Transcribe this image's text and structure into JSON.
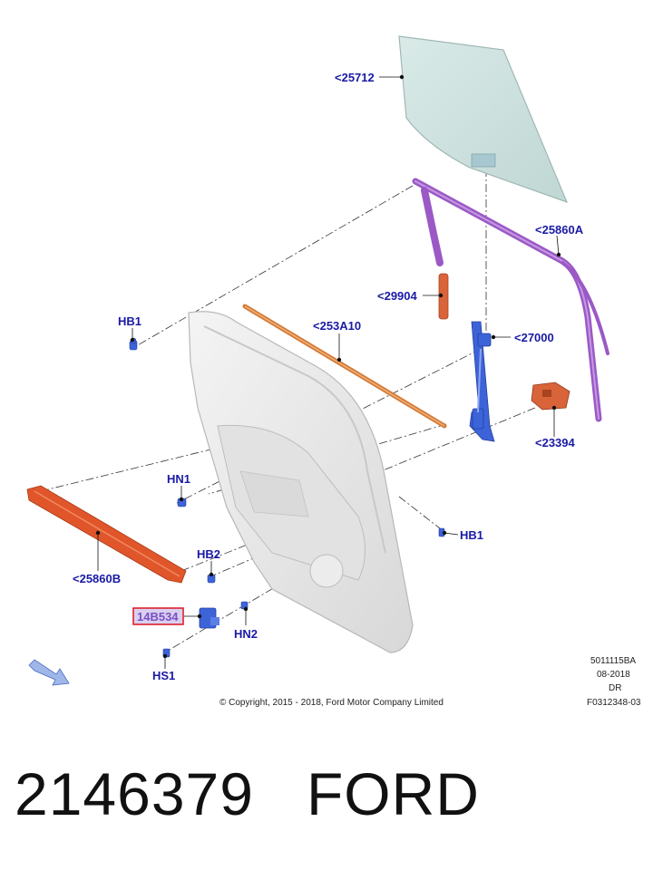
{
  "callouts": {
    "glass": "<25712",
    "run_channel_a": "<25860A",
    "channel_29904": "<29904",
    "regulator": "<27000",
    "weatherstrip_253a10": "<253A10",
    "latch_23394": "<23394",
    "hb1_top": "HB1",
    "hn1": "HN1",
    "hb1_right": "HB1",
    "hb2": "HB2",
    "belt_25860b": "<25860B",
    "highlighted_part": "14B534",
    "hn2": "HN2",
    "hs1": "HS1"
  },
  "meta": {
    "code": "5011115BA",
    "date": "08-2018",
    "dr": "DR",
    "figure": "F0312348-03",
    "copyright": "© Copyright, 2015 - 2018, Ford Motor Company Limited"
  },
  "part_number": "2146379",
  "brand": "FORD",
  "colors": {
    "callout_text": "#1a1aa6",
    "highlight_box": "#e0202a",
    "highlight_fill": "#d9d0f0",
    "glass": "#cfe3e0",
    "run_channel": "#9b59c6",
    "belt_strip": "#e0552a",
    "weatherstrip": "#d47a35",
    "regulator": "#3d63d8",
    "latch": "#d9643a",
    "door_shell": "#eeeeee"
  }
}
